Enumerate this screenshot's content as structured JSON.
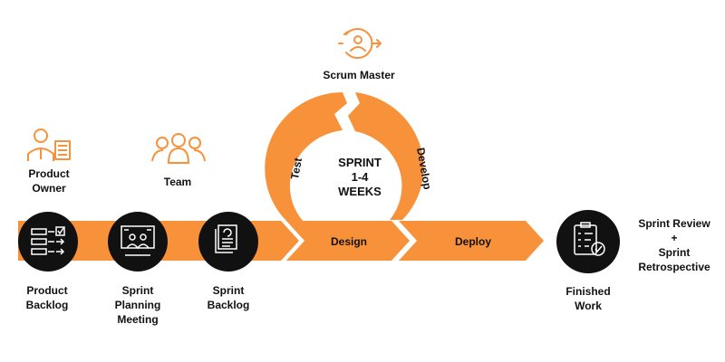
{
  "colors": {
    "accent": "#F7923A",
    "dark": "#111111",
    "background": "#FFFFFF"
  },
  "roles": {
    "scrum_master": "Scrum Master",
    "product_owner": [
      "Product",
      "Owner"
    ],
    "team": "Team"
  },
  "sprint": {
    "center": [
      "SPRINT",
      "1-4",
      "WEEKS"
    ],
    "test": "Test",
    "develop": "Develop",
    "design": "Design",
    "deploy": "Deploy"
  },
  "stages": {
    "product_backlog": [
      "Product",
      "Backlog"
    ],
    "sprint_planning": [
      "Sprint",
      "Planning",
      "Meeting"
    ],
    "sprint_backlog": [
      "Sprint",
      "Backlog"
    ],
    "finished_work": [
      "Finished",
      "Work"
    ]
  },
  "review": [
    "Sprint Review",
    "+",
    "Sprint",
    "Retrospective"
  ],
  "icons": {
    "scrum_master": "target-person-icon",
    "product_owner": "person-document-icon",
    "team": "team-icon",
    "product_backlog": "backlog-list-icon",
    "sprint_planning": "meeting-screen-icon",
    "sprint_backlog": "documents-icon",
    "finished_work": "checklist-icon"
  }
}
